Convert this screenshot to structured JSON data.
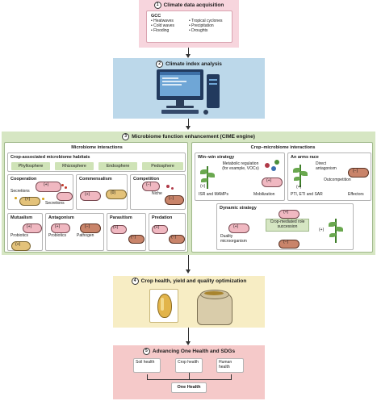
{
  "stage1": {
    "num": "1",
    "title": "Climate data acquisition",
    "gcc_label": "GCC",
    "items_left": [
      "• Heatwaves",
      "• Cold waves",
      "• Flooding"
    ],
    "items_right": [
      "• Tropical cyclones",
      "• Precipitation",
      "• Droughts"
    ]
  },
  "stage2": {
    "num": "2",
    "title": "Climate index analysis"
  },
  "stage3": {
    "num": "3",
    "title": "Microbiome function enhancement (CIME engine)",
    "left_title": "Microbiome interactions",
    "habitats_title": "Crop-associated microbiome habitats",
    "habitats": [
      "Phyllosphere",
      "Rhizosphere",
      "Endosphere",
      "Pedosphere"
    ],
    "cooperation": {
      "title": "Cooperation",
      "secretions_left": "Secretions",
      "secretions_right": "Secretions"
    },
    "commensalism": {
      "title": "Commensalism",
      "plus": "(+)",
      "zero": "(0)"
    },
    "competition": {
      "title": "Competition",
      "niche": "Niche",
      "minus_top": "(−)",
      "minus_right": "(−)"
    },
    "mutualism": {
      "title": "Mutualism",
      "probiotics": "Probiotics"
    },
    "antagonism": {
      "title": "Antagonism",
      "probiotics": "Probiotics",
      "pathogen": "Pathogen"
    },
    "parasitism": {
      "title": "Parasitism"
    },
    "predation": {
      "title": "Predation"
    },
    "right_title": "Crop–microbiome interactions",
    "winwin": {
      "title": "Win–win strategy",
      "metabolic": "Metabolic regulation (for example, VOCs)",
      "isr": "ISR and MAMPs",
      "mobilization": "Mobilization"
    },
    "arms": {
      "title": "An arms race",
      "direct": "Direct antagonism",
      "outcompetition": "Outcompetition",
      "pti": "PTI, ETI and SAR",
      "effectors": "Effectors"
    },
    "dynamic": {
      "title": "Dynamic strategy",
      "role": "Crop-mediated role succession",
      "duality": "Duality microorganism"
    },
    "sign_plus": "(+)",
    "sign_minus": "(−)"
  },
  "stage4": {
    "num": "4",
    "title": "Crop health, yield and quality optimization"
  },
  "stage5": {
    "num": "5",
    "title": "Advancing One Health and SDGs",
    "soil": "Soil health",
    "crop": "Crop health",
    "human": "Human health",
    "one": "One Health"
  },
  "colors": {
    "pink_band": "#f7d5dd",
    "blue_band": "#bcd8ea",
    "green_band": "#d6e6c3",
    "yellow_band": "#f7edc4",
    "rose_band": "#f5c9c9"
  }
}
